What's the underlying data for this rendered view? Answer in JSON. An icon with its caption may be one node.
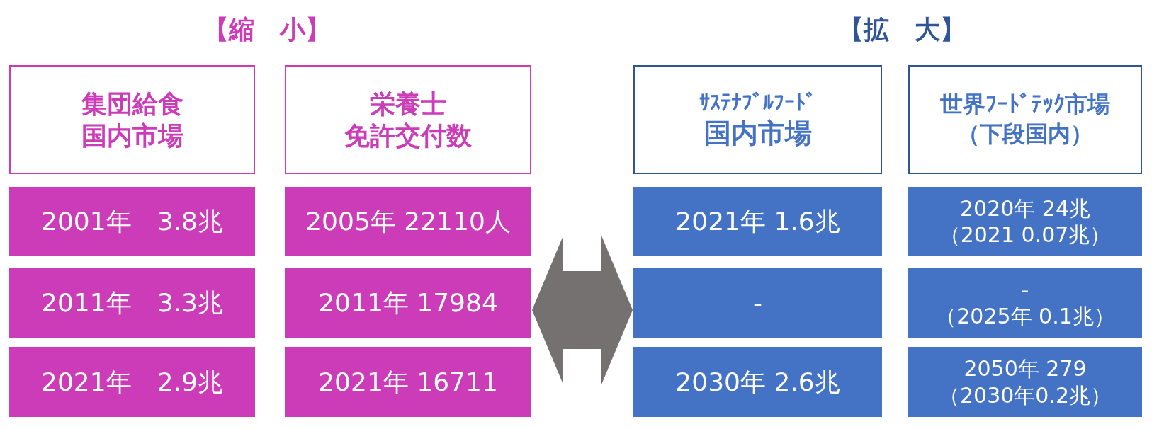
{
  "diagram": {
    "nodes": [
      {
        "text": [
          "集団給食",
          "国内市場"
        ]
      },
      {
        "text": [
          "栄養士",
          "免許交付数"
        ]
      },
      {
        "text": [
          "ｻｽﾃﾅﾌﾞﾙﾌｰﾄﾞ",
          "国内市場"
        ]
      },
      {
        "text": [
          "世界ﾌｰﾄﾞﾃｯｸ市場",
          "（下段国内）"
        ]
      },
      {
        "text": [
          "2001年　3.8兆"
        ]
      },
      {
        "text": [
          "2005年 22110人"
        ]
      },
      {
        "text": [
          "2021年 1.6兆"
        ]
      },
      {
        "text": [
          "2020年 24兆",
          "（2021 0.07兆）"
        ]
      },
      {
        "text": [
          "2011年　3.3兆"
        ]
      },
      {
        "text": [
          "2011年 17984"
        ]
      },
      {
        "text": [
          "-"
        ]
      },
      {
        "text": [
          "-",
          "（2025年 0.1兆）"
        ]
      },
      {
        "text": [
          "2021年　2.9兆"
        ]
      },
      {
        "text": [
          "2021年 16711"
        ]
      },
      {
        "text": [
          "2030年 2.6兆"
        ]
      },
      {
        "text": [
          "2050年 279",
          "（2030年0.2兆）"
        ]
      }
    ],
    "edges": [
      {
        "from": 9,
        "to": 10,
        "arrow": "both"
      }
    ],
    "labels": [
      "【縮　小】",
      "【拡　大】"
    ]
  }
}
